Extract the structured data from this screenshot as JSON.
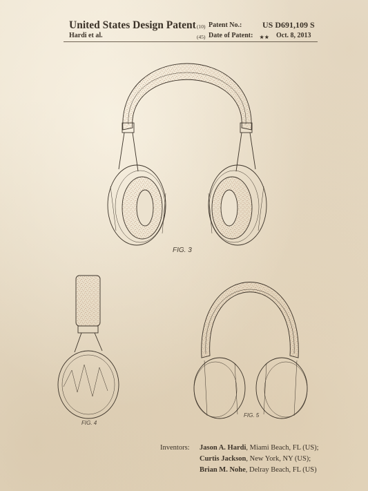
{
  "header": {
    "title": "United States Design Patent",
    "inventor_short": "Hardi et al.",
    "patent_no_code": "(10)",
    "patent_no_label": "Patent No.:",
    "patent_no_value": "US D691,109 S",
    "date_code": "(45)",
    "date_label": "Date of Patent:",
    "date_stars": "★★",
    "date_value": "Oct. 8, 2013"
  },
  "figures": {
    "fig3": "FIG. 3",
    "fig4": "FIG. 4",
    "fig5": "FIG. 5"
  },
  "inventors": {
    "label": "Inventors:",
    "list": [
      {
        "name": "Jason A. Hardi",
        "location": ", Miami Beach, FL (US);"
      },
      {
        "name": "Curtis Jackson",
        "location": ", New York, NY (US);"
      },
      {
        "name": "Brian M. Nohe",
        "location": ", Delray Beach, FL (US)"
      }
    ]
  },
  "colors": {
    "paper": "#ece2cf",
    "ink": "#3b3228",
    "stipple": "#b88f72"
  }
}
